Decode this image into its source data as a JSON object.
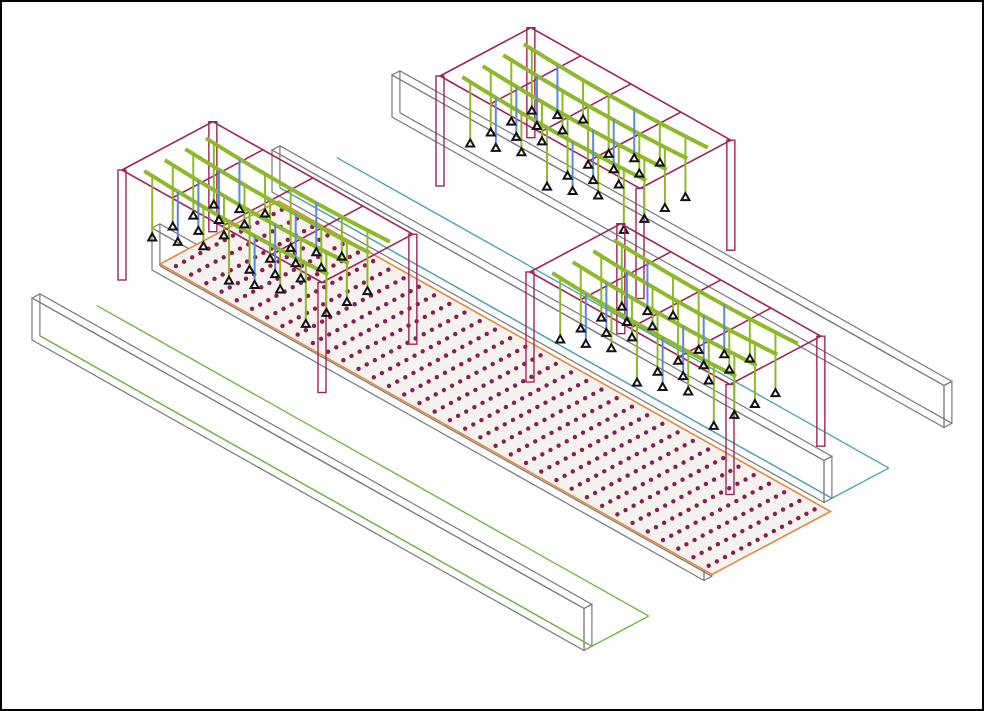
{
  "colors": {
    "background": "#ffffff",
    "frame": "#000000",
    "wall_outline": "#7a7a7a",
    "green_rail": "#6fb83a",
    "blue_rail": "#4aa3b8",
    "orange_deck": "#e58a3a",
    "deck_fill": "#f6f2ef",
    "deck_dots": "#8a1e4e",
    "gantry_frame": "#a0245c",
    "hanger_olive": "#8fb82a",
    "hanger_blue": "#5b8ad8",
    "hook_black": "#111111"
  },
  "icons": {
    "deck": "dotted-deck-grid",
    "gantry": "gantry-frame-icon",
    "hook": "triangle-hook-icon"
  },
  "scene": {
    "walls": [
      "wall-left",
      "wall-mid-left",
      "wall-mid-right",
      "wall-right"
    ],
    "gantries": [
      "gantry-left",
      "gantry-top",
      "gantry-right"
    ],
    "deck_rows": 14,
    "deck_cols": 36
  }
}
